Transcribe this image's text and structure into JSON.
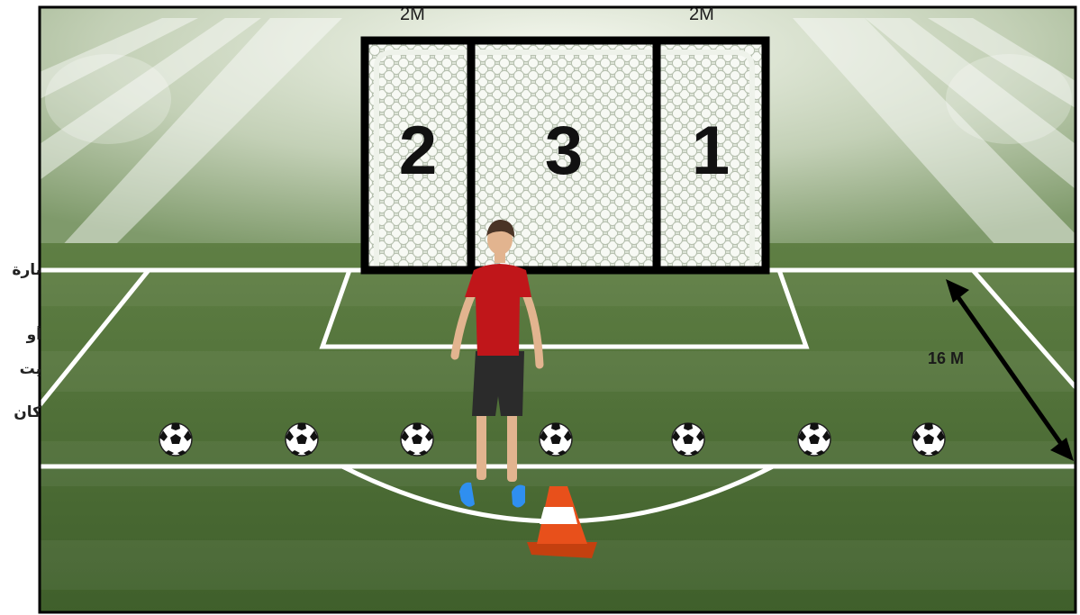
{
  "labels": {
    "width_left": "2M",
    "width_right": "2M",
    "distance": "16 M"
  },
  "goal_zones": [
    "2",
    "3",
    "1"
  ],
  "side_text": [
    "بارة",
    "أو",
    "يت",
    "كان"
  ],
  "ball_count": 7,
  "colors": {
    "pitch": "#4f6f35",
    "backdrop": "#c9d4c0",
    "zone_frame": "#000000",
    "player_shirt": "#c0161a",
    "player_shorts": "#2b2b2b",
    "player_shoes": "#2f8ff0",
    "cone": "#e8501b",
    "lines": "#ffffff"
  }
}
